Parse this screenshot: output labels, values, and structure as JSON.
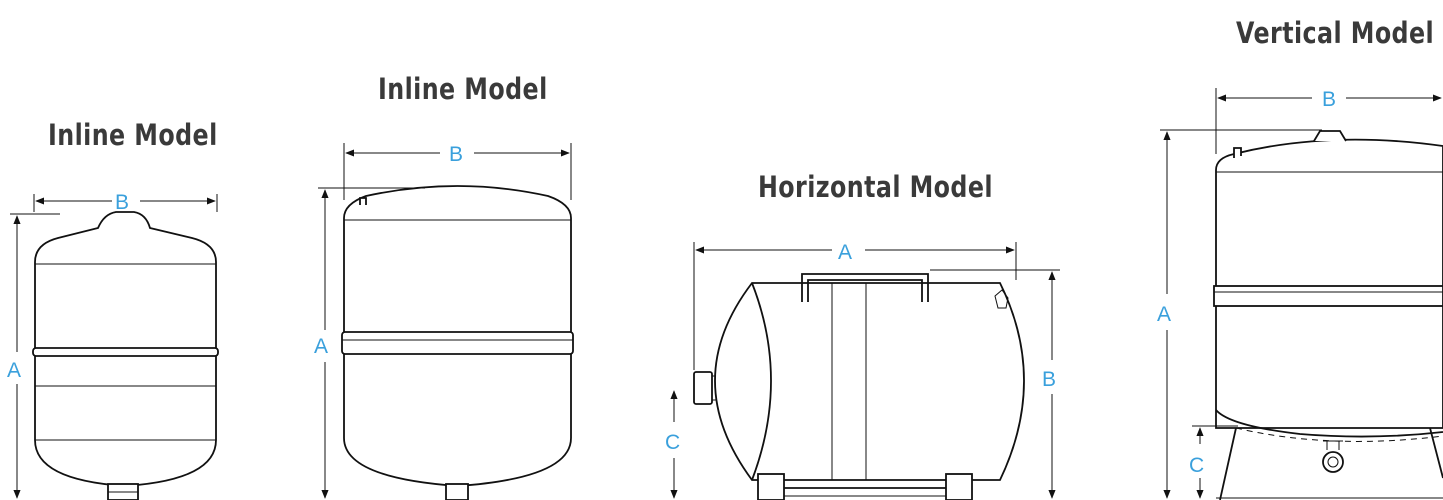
{
  "titles": {
    "inline_small": "Inline Model",
    "inline_large": "Inline Model",
    "horizontal": "Horizontal Model",
    "vertical": "Vertical Model"
  },
  "dimension_labels": {
    "a": "A",
    "b": "B",
    "c": "C"
  },
  "colors": {
    "dimension_text": "#3aa0dc",
    "title_text": "#3a3a3a",
    "line": "#111111"
  }
}
